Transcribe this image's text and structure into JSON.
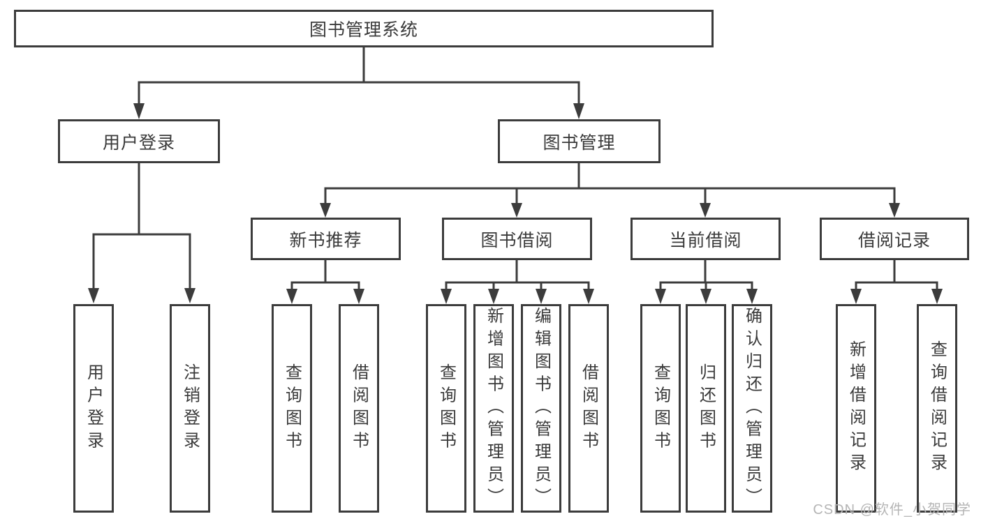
{
  "nodes": {
    "root": "图书管理系统",
    "branches": [
      "用户登录",
      "图书管理"
    ],
    "modules": [
      "新书推荐",
      "图书借阅",
      "当前借阅",
      "借阅记录"
    ],
    "leaves": [
      "用户登录",
      "注销登录",
      "查询图书",
      "借阅图书",
      "查询图书",
      "新增图书（管理员）",
      "编辑图书（管理员）",
      "借阅图书",
      "查询图书",
      "归还图书",
      "确认归还（管理员）",
      "新增借阅记录",
      "查询借阅记录"
    ]
  },
  "watermark": "CSDN @软件_小贺同学",
  "colors": {
    "line": "#3c3c3c",
    "text": "#3a3a3a",
    "watermark": "#b5b5b5",
    "background": "#ffffff"
  }
}
